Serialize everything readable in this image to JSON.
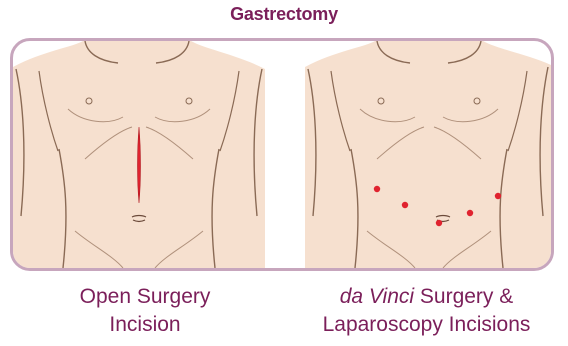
{
  "title": "Gastrectomy",
  "captions": {
    "open": {
      "line1": "Open Surgery",
      "line2": "Incision"
    },
    "davinci": {
      "line1_italic": "da Vinci",
      "line1_rest": " Surgery &",
      "line2": "Laparoscopy Incisions"
    }
  },
  "colors": {
    "title": "#7b1f5a",
    "skin": "#f6e0cf",
    "outline": "#8a6a55",
    "frame": "#c7a6bd",
    "incision": "#e0232f"
  },
  "icons": [
    "torso-illustration",
    "incision-line",
    "incision-dot"
  ]
}
